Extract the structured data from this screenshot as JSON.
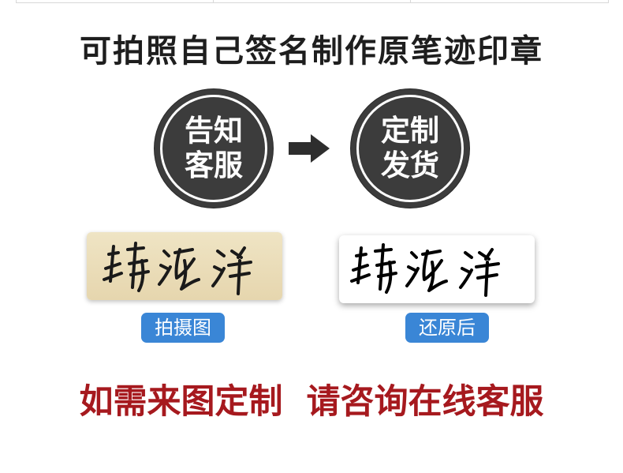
{
  "title": "可拍照自己签名制作原笔迹印章",
  "steps": {
    "step1": "告知\n客服",
    "step2": "定制\n发货"
  },
  "signature": {
    "text": "靖海洋",
    "photo_label": "拍摄图",
    "restored_label": "还原后"
  },
  "footer": "如需来图定制  请咨询在线客服",
  "colors": {
    "circle": "#3c3c3c",
    "badge": "#3a86d6",
    "footer_text": "#a6191e",
    "photo_paper": "#e9dbb6"
  },
  "icons": [
    "arrow-right-icon"
  ]
}
